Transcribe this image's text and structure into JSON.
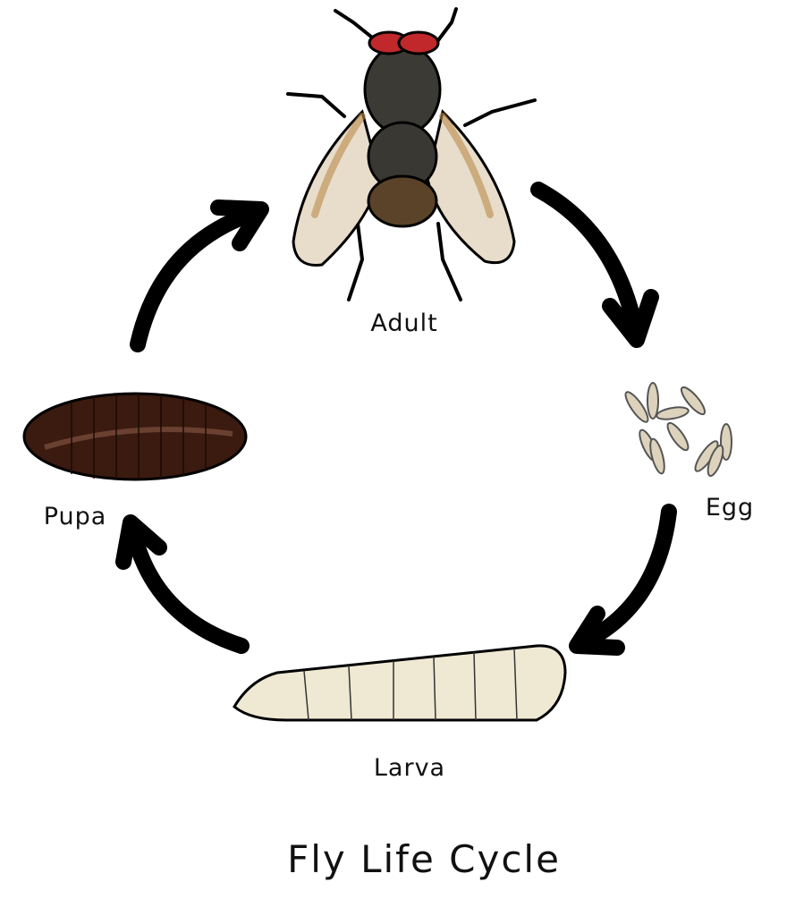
{
  "title": "Fly Life Cycle",
  "stages": {
    "adult": "Adult",
    "egg": "Egg",
    "larva": "Larva",
    "pupa": "Pupa"
  },
  "colors": {
    "arrow": "#000000",
    "eye": "#c0282c",
    "pupa": "#3b1a0f",
    "larva": "#efe9d4",
    "egg": "#ddd3bd"
  }
}
